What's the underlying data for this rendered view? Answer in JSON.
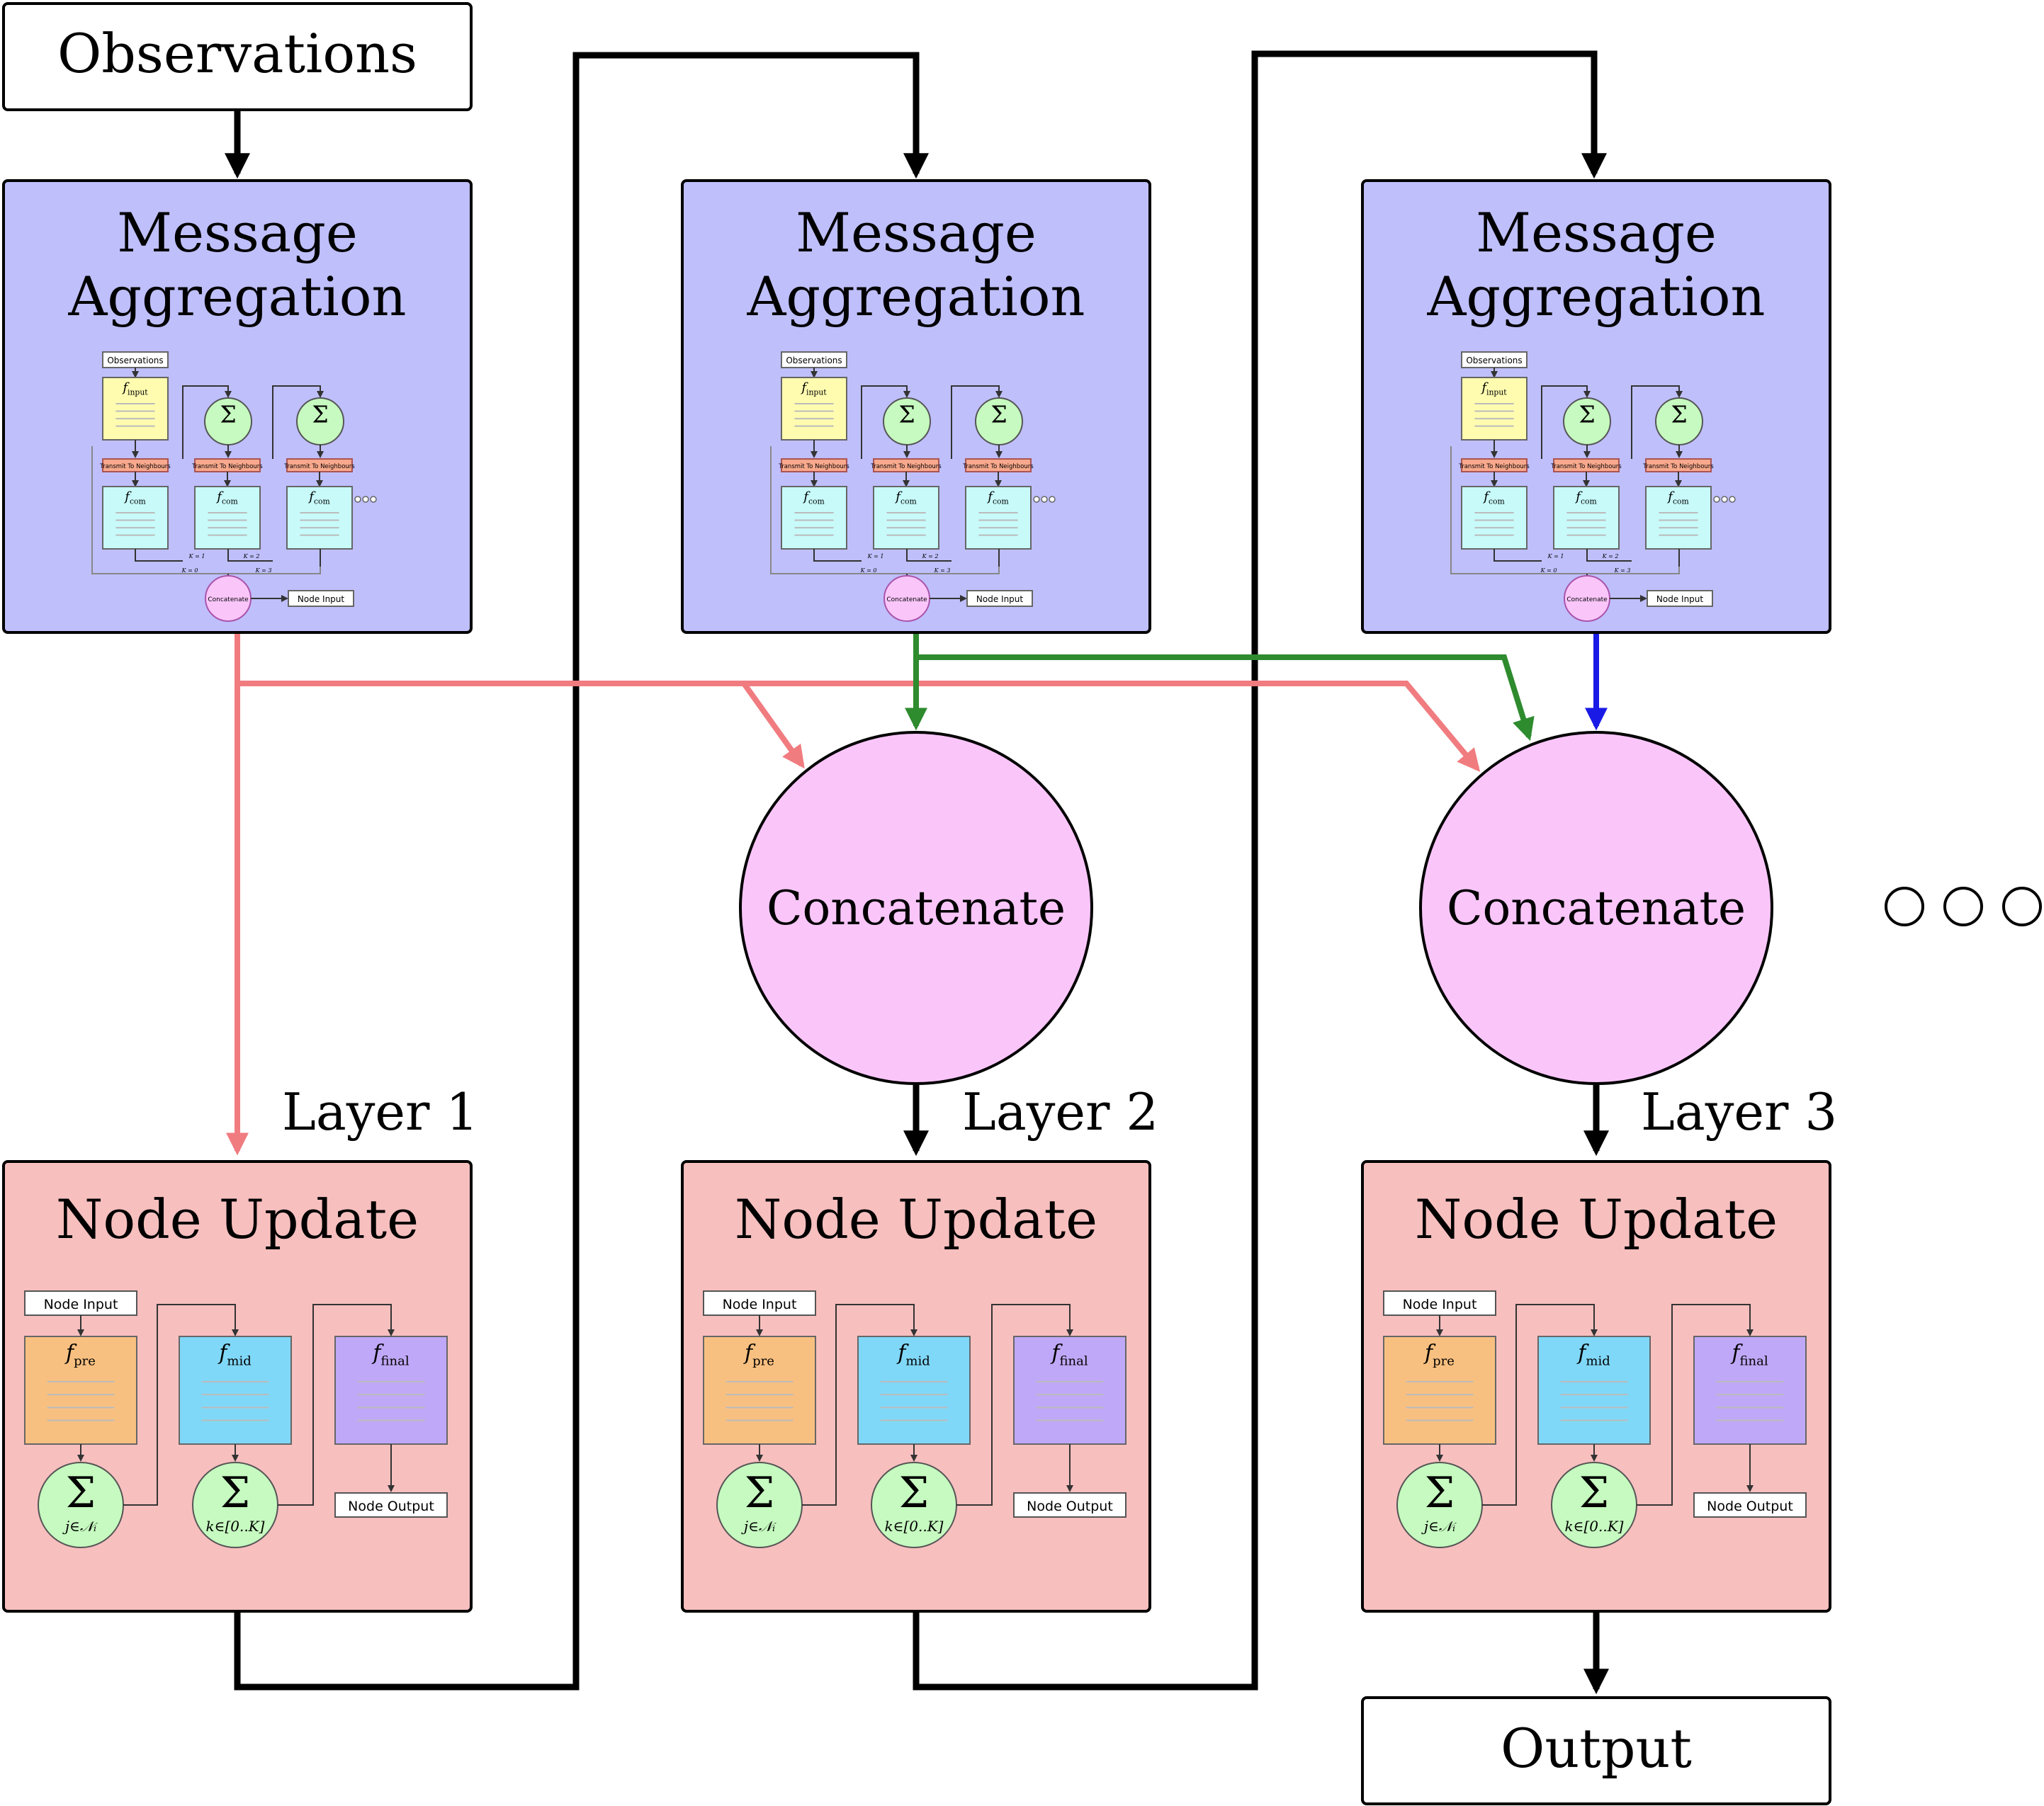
{
  "observations_label": "Observations",
  "output_label": "Output",
  "ellipsis_mark": "○○○",
  "layers": [
    {
      "label": "Layer 1",
      "aggregation": {
        "title_line1": "Message",
        "title_line2": "Aggregation",
        "mini": {
          "observations": "Observations",
          "transmit": [
            "Transmit To Neighbours",
            "Transmit To Neighbours",
            "Transmit To Neighbours"
          ],
          "k_labels": [
            "K = 0",
            "K = 1",
            "K = 2",
            "K = 3"
          ],
          "concatenate": "Concatenate",
          "node_input": "Node Input"
        }
      },
      "concatenate": null,
      "update": {
        "title": "Node Update",
        "node_input": "Node Input",
        "node_output": "Node Output",
        "sum_j": "j∈𝒩ᵢ",
        "sum_k": "k∈[0..K]"
      }
    },
    {
      "label": "Layer 2",
      "aggregation": {
        "title_line1": "Message",
        "title_line2": "Aggregation",
        "mini": {
          "observations": "Observations",
          "transmit": [
            "Transmit To Neighbours",
            "Transmit To Neighbours",
            "Transmit To Neighbours"
          ],
          "k_labels": [
            "K = 0",
            "K = 1",
            "K = 2",
            "K = 3"
          ],
          "concatenate": "Concatenate",
          "node_input": "Node Input"
        }
      },
      "concatenate": "Concatenate",
      "update": {
        "title": "Node Update",
        "node_input": "Node Input",
        "node_output": "Node Output",
        "sum_j": "j∈𝒩ᵢ",
        "sum_k": "k∈[0..K]"
      }
    },
    {
      "label": "Layer 3",
      "aggregation": {
        "title_line1": "Message",
        "title_line2": "Aggregation",
        "mini": {
          "observations": "Observations",
          "transmit": [
            "Transmit To Neighbours",
            "Transmit To Neighbours",
            "Transmit To Neighbours"
          ],
          "k_labels": [
            "K = 0",
            "K = 1",
            "K = 2",
            "K = 3"
          ],
          "concatenate": "Concatenate",
          "node_input": "Node Input"
        }
      },
      "concatenate": "Concatenate",
      "update": {
        "title": "Node Update",
        "node_input": "Node Input",
        "node_output": "Node Output",
        "sum_j": "j∈𝒩ᵢ",
        "sum_k": "k∈[0..K]"
      }
    }
  ],
  "colors": {
    "aggregation_fill": "#BFBFFC",
    "update_fill": "#F8BFBF",
    "concatenate_fill": "#FAC6FA",
    "layer1_arrow": "#F07C80",
    "layer2_arrow": "#2E8B2E",
    "layer3_arrow": "#1A1AE6",
    "input_box": "#FFFCB0",
    "com_box": "#C8FAFA",
    "sum_circle": "#C6FAC0",
    "transmit_box": "#F8A88C",
    "pre_box": "#F8C080",
    "mid_box": "#80D8F8",
    "final_box": "#C0A8F8"
  }
}
